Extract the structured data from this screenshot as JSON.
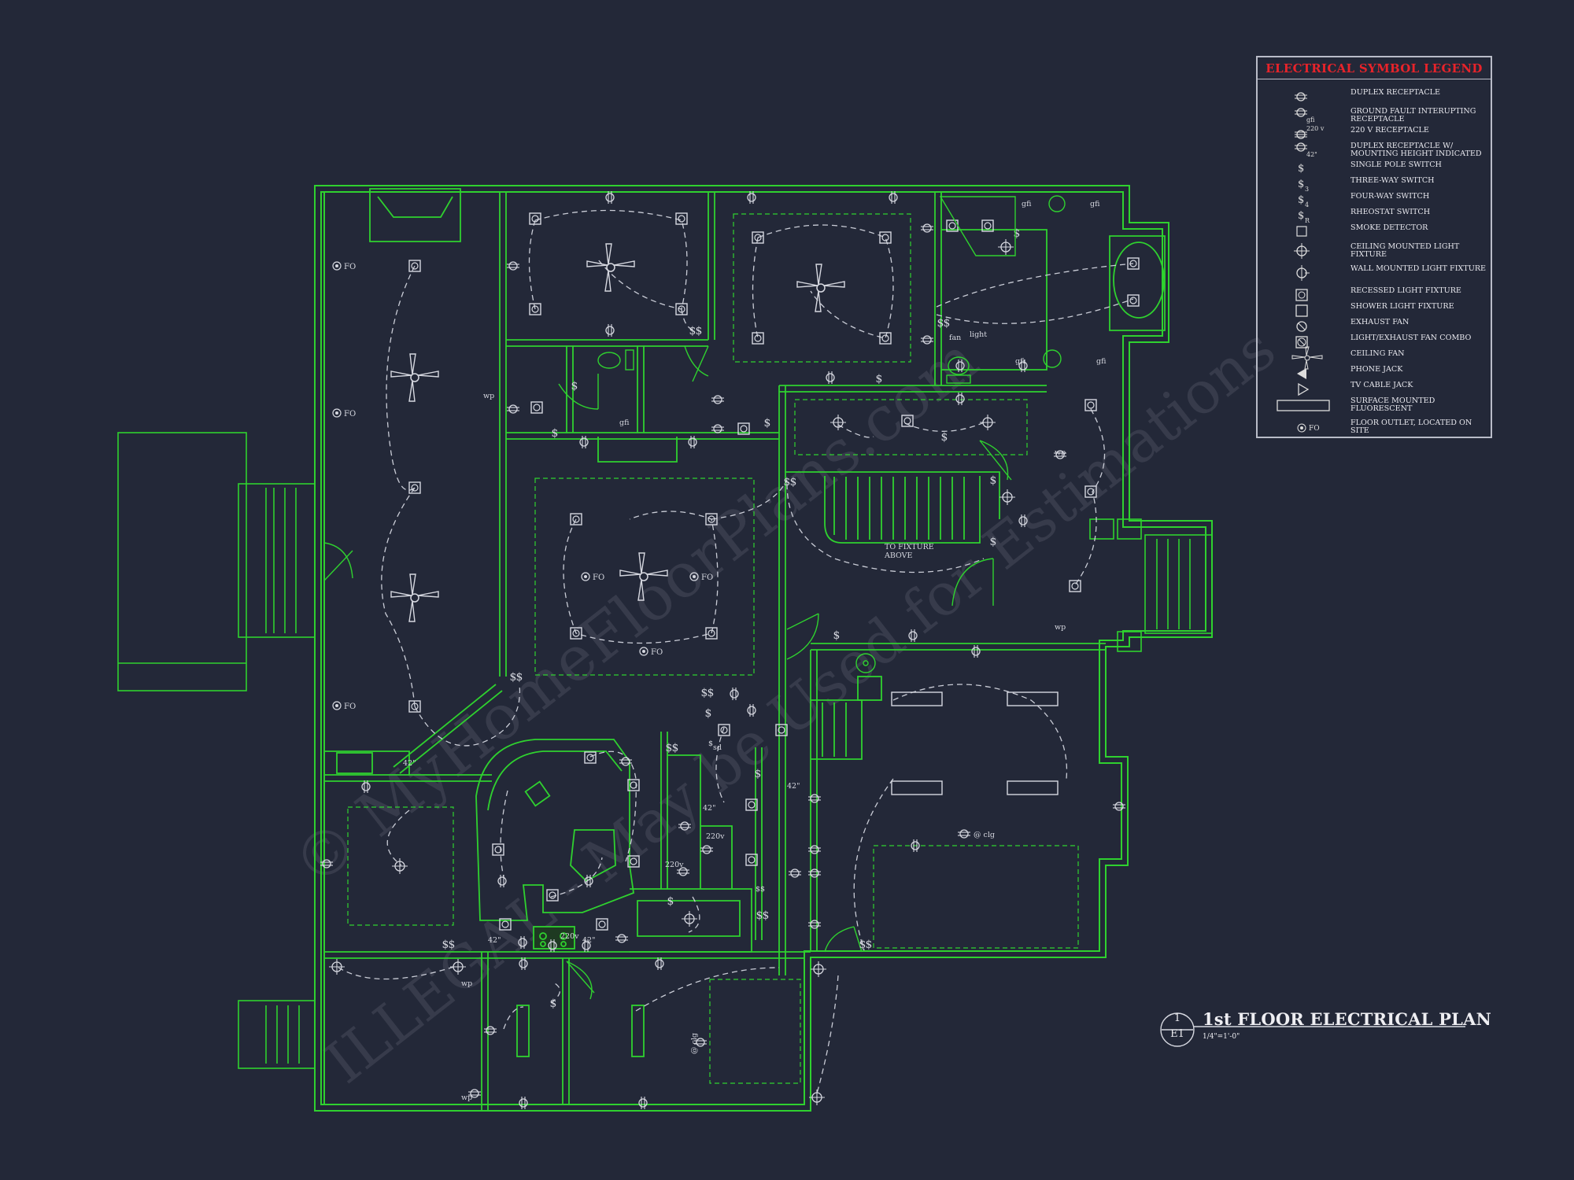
{
  "legend": {
    "title": "ELECTRICAL SYMBOL LEGEND",
    "items": [
      {
        "icon": "duplex-receptacle-icon",
        "label": "DUPLEX RECEPTACLE"
      },
      {
        "icon": "gfi-receptacle-icon",
        "label": "GROUND FAULT INTERUPTING RECEPTACLE",
        "mark": "gfi"
      },
      {
        "icon": "220v-receptacle-icon",
        "label": "220 V RECEPTACLE",
        "mark": "220 v"
      },
      {
        "icon": "height-receptacle-icon",
        "label": "DUPLEX RECEPTACLE W/ MOUNTING HEIGHT INDICATED",
        "mark": "42\""
      },
      {
        "icon": "single-pole-switch-icon",
        "label": "SINGLE POLE SWITCH",
        "mark": "$"
      },
      {
        "icon": "three-way-switch-icon",
        "label": "THREE-WAY SWITCH",
        "mark": "$3"
      },
      {
        "icon": "four-way-switch-icon",
        "label": "FOUR-WAY SWITCH",
        "mark": "$4"
      },
      {
        "icon": "rheostat-switch-icon",
        "label": "RHEOSTAT SWITCH",
        "mark": "$R"
      },
      {
        "icon": "smoke-detector-icon",
        "label": "SMOKE DETECTOR"
      },
      {
        "icon": "ceiling-light-icon",
        "label": "CEILING MOUNTED LIGHT FIXTURE"
      },
      {
        "icon": "wall-light-icon",
        "label": "WALL MOUNTED LIGHT FIXTURE"
      },
      {
        "icon": "recessed-light-icon",
        "label": "RECESSED LIGHT FIXTURE"
      },
      {
        "icon": "shower-light-icon",
        "label": "SHOWER LIGHT FIXTURE"
      },
      {
        "icon": "exhaust-fan-icon",
        "label": "EXHAUST FAN"
      },
      {
        "icon": "light-fan-combo-icon",
        "label": "LIGHT/EXHAUST FAN COMBO"
      },
      {
        "icon": "ceiling-fan-icon",
        "label": "CEILING FAN"
      },
      {
        "icon": "phone-jack-icon",
        "label": "PHONE JACK"
      },
      {
        "icon": "tv-jack-icon",
        "label": "TV CABLE JACK"
      },
      {
        "icon": "fluorescent-icon",
        "label": "SURFACE MOUNTED FLUORESCENT"
      },
      {
        "icon": "floor-outlet-icon",
        "label": "FLOOR OUTLET, LOCATED ON SITE",
        "mark": "FO"
      }
    ]
  },
  "title_block": {
    "number": "1",
    "sheet": "E1",
    "title": "1st FLOOR ELECTRICAL PLAN",
    "scale": "1/4\"=1'-0\""
  },
  "plan_labels": {
    "fo": "FO",
    "to_fixture": "TO FIXTURE",
    "above": "ABOVE",
    "fan": "fan",
    "light": "light",
    "clg": "@ clg",
    "clg2": "@ clg",
    "wp": "wp",
    "gfi": "gfi",
    "h42": "42\"",
    "v220": "220v",
    "dollar2": "$$",
    "dollar": "$",
    "sd": "sd"
  },
  "watermark": {
    "line1": "© MyHomeFloorPlans.com",
    "line2": "ILLEGAL - May be Used for Estimations"
  },
  "colors": {
    "background": "#232838",
    "wall": "#2fd12f",
    "wiring": "#c9ccd6",
    "legend_title": "#e8232a"
  }
}
